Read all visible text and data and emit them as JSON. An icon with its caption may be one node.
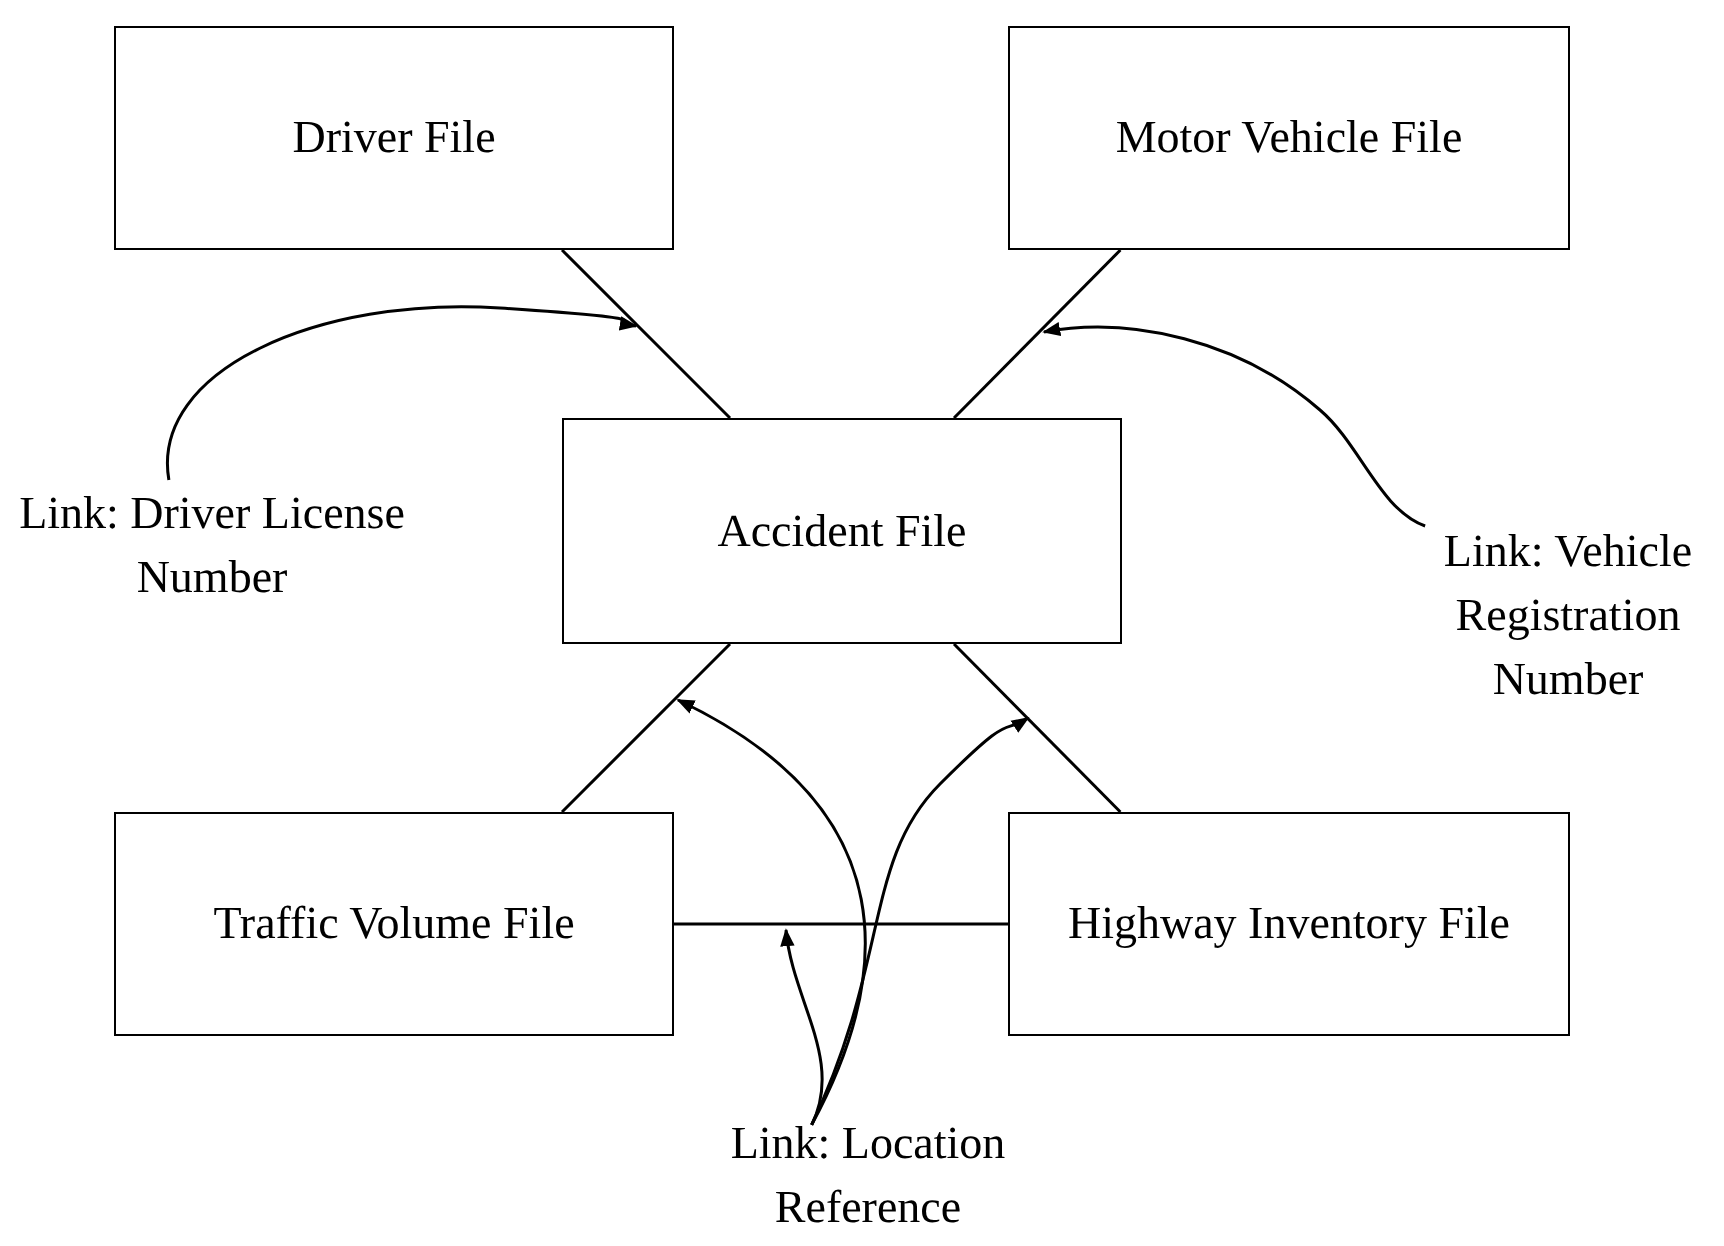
{
  "diagram": {
    "nodes": [
      {
        "text": [
          "Driver File"
        ]
      },
      {
        "text": [
          "Motor Vehicle File"
        ]
      },
      {
        "text": [
          "Accident File"
        ]
      },
      {
        "text": [
          "Traffic Volume File"
        ]
      },
      {
        "text": [
          "Highway Inventory File"
        ]
      },
      {
        "text": [
          "Link: Driver License Number"
        ]
      },
      {
        "text": [
          "Link: Vehicle Registration Number"
        ]
      },
      {
        "text": [
          "Link: Location Reference"
        ]
      }
    ],
    "edges": [
      {
        "from": 0,
        "to": 2,
        "arrow": "none"
      },
      {
        "from": 1,
        "to": 2,
        "arrow": "none"
      },
      {
        "from": 2,
        "to": 3,
        "arrow": "none"
      },
      {
        "from": 2,
        "to": 4,
        "arrow": "none"
      },
      {
        "from": 3,
        "to": 4,
        "arrow": "none"
      },
      {
        "from": 5,
        "to": null,
        "arrow": "to"
      },
      {
        "from": 6,
        "to": null,
        "arrow": "to"
      },
      {
        "from": 7,
        "to": null,
        "arrow": "to"
      },
      {
        "from": 7,
        "to": null,
        "arrow": "to"
      },
      {
        "from": 7,
        "to": null,
        "arrow": "to"
      }
    ]
  }
}
